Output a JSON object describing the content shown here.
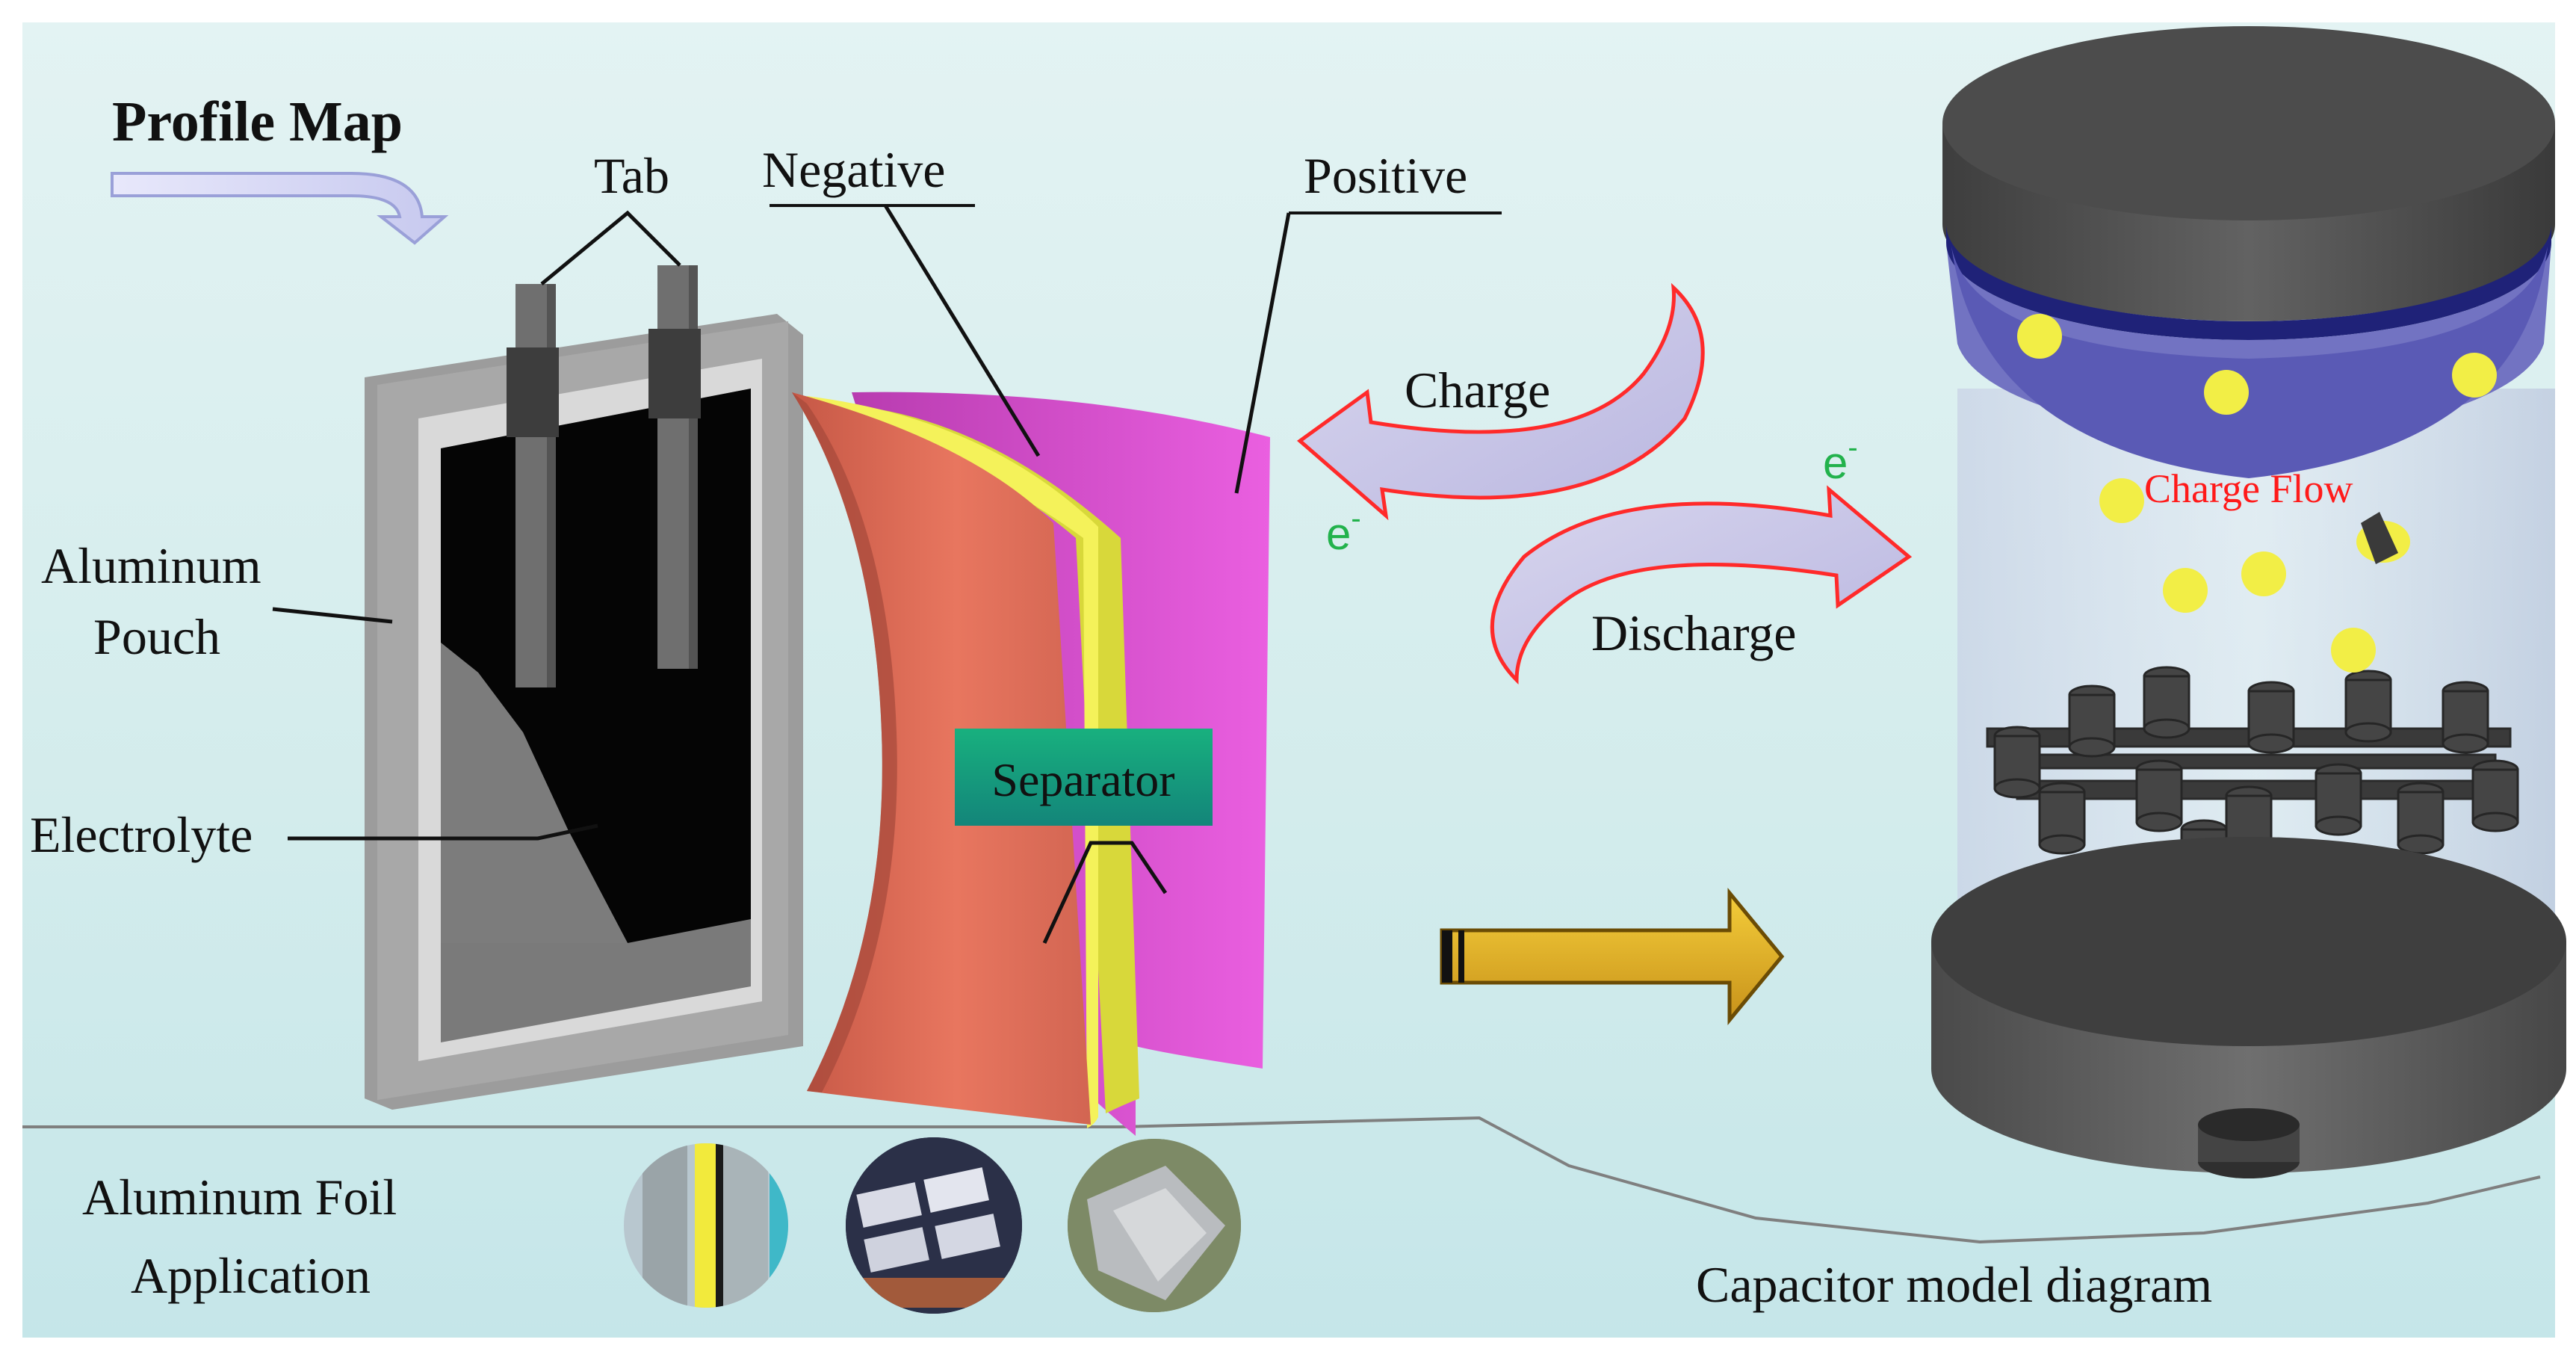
{
  "title": "Profile Map",
  "labels": {
    "tab": "Tab",
    "negative": "Negative",
    "positive": "Positive",
    "aluminum_pouch_line1": "Aluminum",
    "aluminum_pouch_line2": "Pouch",
    "electrolyte": "Electrolyte",
    "separator": "Separator",
    "charge": "Charge",
    "discharge": "Discharge",
    "electron_left": "e",
    "electron_right": "e",
    "electron_sup": "-",
    "charge_flow": "Charge Flow",
    "application_line1": "Aluminum Foil",
    "application_line2": "Application",
    "capacitor_caption": "Capacitor model diagram"
  },
  "colors": {
    "background_top": "#d9efef",
    "background_bottom": "#c9e8ea",
    "negative_sheet": "#e0705c",
    "separator_sheet": "#f2f05a",
    "positive_sheet": "#e055d6",
    "separator_label_bg": "#1fa07a",
    "electron_text": "#22b24c",
    "charge_flow_text": "#ff1a1a",
    "arrow_outline": "#ff2a2a",
    "big_arrow": "#e2b11f",
    "capacitor_top_disc": "#4a4ab0",
    "particle": "#f2ee46"
  },
  "icons": [
    "profile-arrow-icon",
    "charge-arrow-icon",
    "discharge-arrow-icon",
    "transition-arrow-icon"
  ]
}
